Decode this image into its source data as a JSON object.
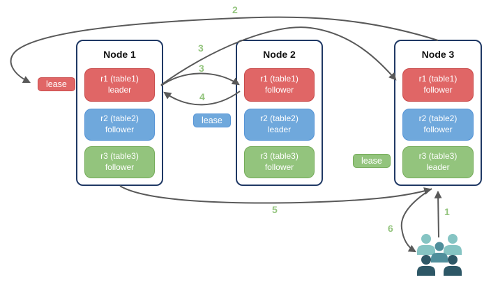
{
  "colors": {
    "red": "#e06666",
    "red_border": "#c94b4b",
    "blue": "#6fa8dc",
    "blue_border": "#5694d6",
    "green": "#93c47d",
    "green_border": "#74ab58",
    "node_border": "#1f3864",
    "arrow": "#595959",
    "step_label": "#93c47d",
    "people_light": "#85c4c3",
    "people_medium": "#4f8e9b",
    "people_dark": "#2d5766"
  },
  "diagram": {
    "nodes": [
      {
        "title": "Node 1",
        "replicas": [
          {
            "name": "r1 (table1)",
            "role": "leader",
            "color": "red"
          },
          {
            "name": "r2 (table2)",
            "role": "follower",
            "color": "blue"
          },
          {
            "name": "r3 (table3)",
            "role": "follower",
            "color": "green"
          }
        ]
      },
      {
        "title": "Node 2",
        "replicas": [
          {
            "name": "r1 (table1)",
            "role": "follower",
            "color": "red"
          },
          {
            "name": "r2 (table2)",
            "role": "leader",
            "color": "blue"
          },
          {
            "name": "r3 (table3)",
            "role": "follower",
            "color": "green"
          }
        ]
      },
      {
        "title": "Node 3",
        "replicas": [
          {
            "name": "r1 (table1)",
            "role": "follower",
            "color": "red"
          },
          {
            "name": "r2 (table2)",
            "role": "follower",
            "color": "blue"
          },
          {
            "name": "r3 (table3)",
            "role": "leader",
            "color": "green"
          }
        ]
      }
    ],
    "leases": [
      {
        "label": "lease",
        "color": "red"
      },
      {
        "label": "lease",
        "color": "blue"
      },
      {
        "label": "lease",
        "color": "green"
      }
    ],
    "steps": [
      {
        "label": "1"
      },
      {
        "label": "2"
      },
      {
        "label": "3"
      },
      {
        "label": "3"
      },
      {
        "label": "4"
      },
      {
        "label": "5"
      },
      {
        "label": "6"
      }
    ],
    "users_icon": "users-group-icon"
  }
}
